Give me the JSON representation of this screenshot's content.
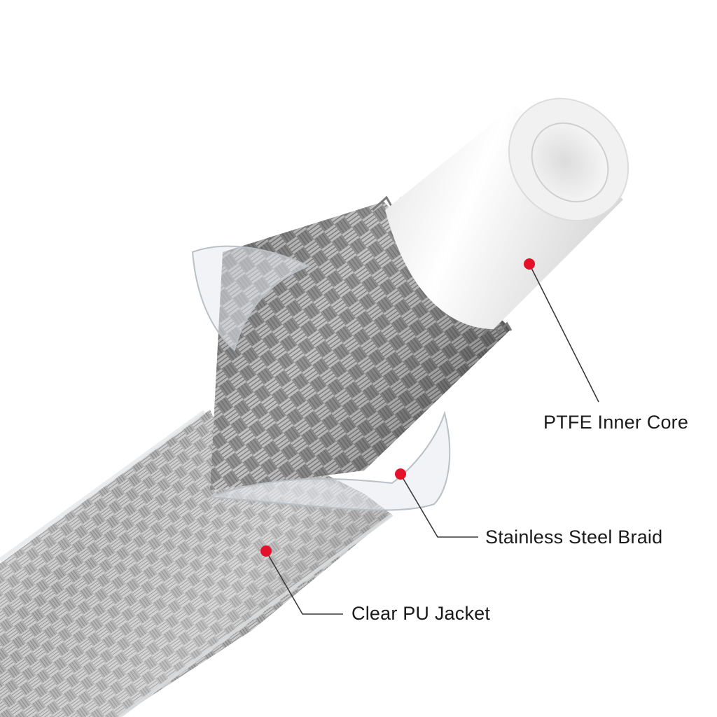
{
  "colors": {
    "background": "#ffffff",
    "marker": "#e4112b",
    "leader_line": "#3a3a3a",
    "ptfe_core": "#f4f4f4",
    "steel_braid": "#9d9d9d",
    "pu_jacket": "#cfd3d6"
  },
  "callouts": {
    "core": {
      "label": "PTFE Inner Core"
    },
    "braid": {
      "label": "Stainless Steel Braid"
    },
    "jacket": {
      "label": "Clear PU Jacket"
    }
  }
}
